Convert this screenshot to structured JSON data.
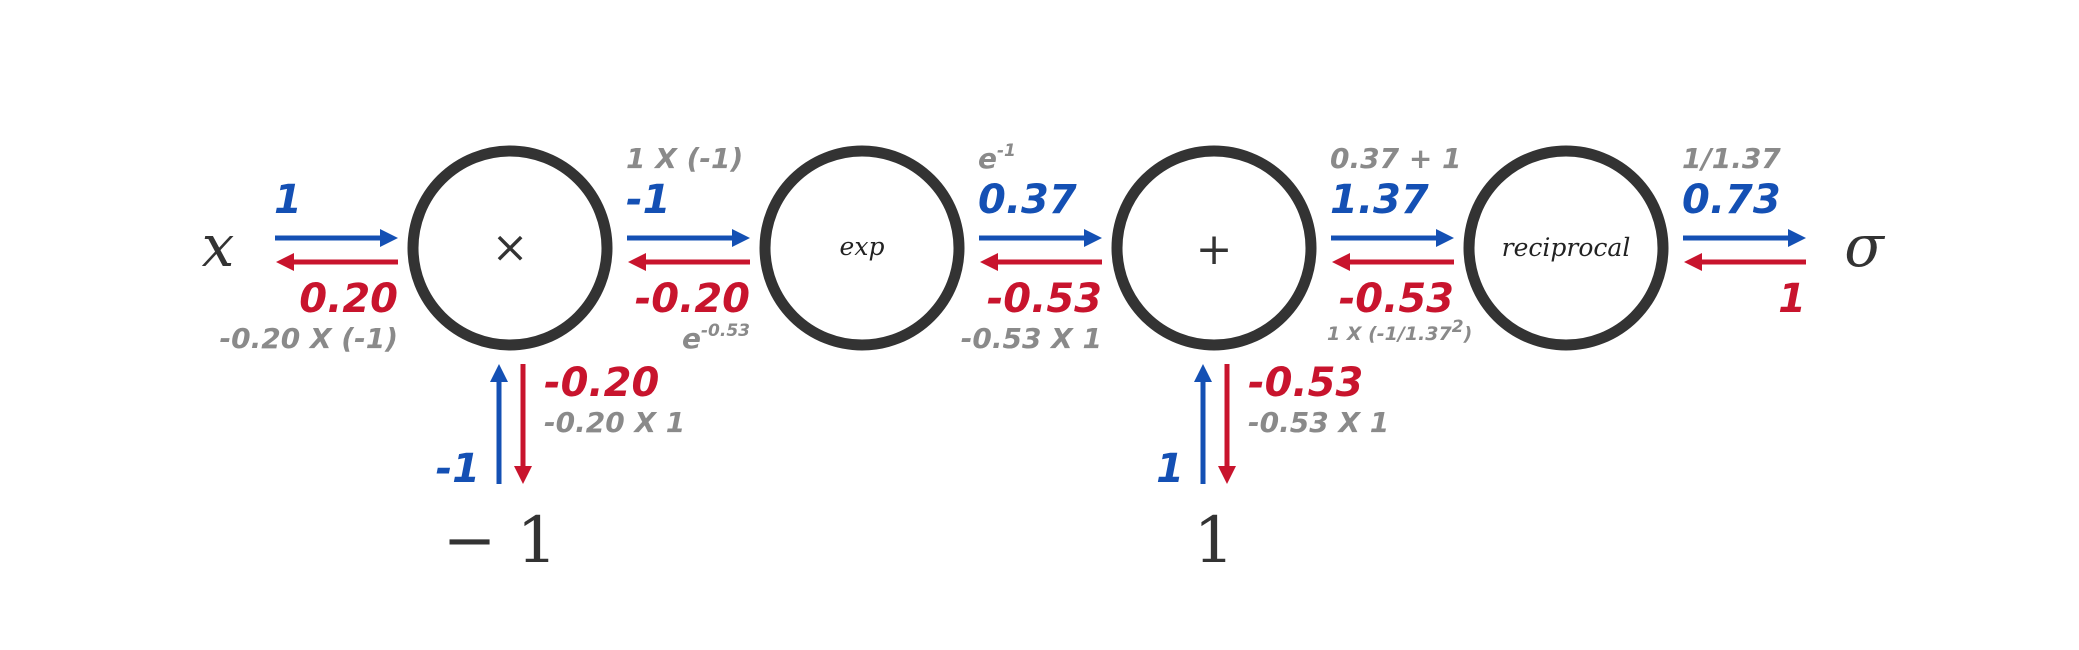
{
  "inputs": {
    "x_label": "x",
    "neg_one_label": "− 1",
    "one_label": "1",
    "output_label": "σ"
  },
  "nodes": {
    "mul": "×",
    "exp": "exp",
    "add": "+",
    "reciprocal": "reciprocal"
  },
  "edges": {
    "x_to_mul": {
      "forward": "1",
      "backward": "0.20",
      "note": "-0.20 X (-1)"
    },
    "mul_to_exp": {
      "forward": "-1",
      "backward": "-0.20",
      "note_top": "1 X (-1)",
      "note_bottom_base": "e",
      "note_bottom_exp": "-0.53"
    },
    "exp_to_add": {
      "forward": "0.37",
      "backward": "-0.53",
      "note_top_base": "e",
      "note_top_exp": "-1",
      "note_bottom": "-0.53 X 1"
    },
    "add_to_recip": {
      "forward": "1.37",
      "backward": "-0.53",
      "note_top": "0.37 + 1",
      "note_bottom_base": "1 X (-1/1.37",
      "note_bottom_exp": "2",
      "note_bottom_end": ")"
    },
    "recip_to_out": {
      "forward": "0.73",
      "backward": "1",
      "note_top": "1/1.37"
    },
    "neg_one_to_mul": {
      "forward": "-1",
      "backward": "-0.20",
      "note": "-0.20 X 1"
    },
    "one_to_add": {
      "forward": "1",
      "backward": "-0.53",
      "note": "-0.53 X 1"
    }
  },
  "colors": {
    "forward": "#1450b4",
    "backward": "#c8142d",
    "note": "#8a8a8a",
    "node_outline": "#333333"
  }
}
